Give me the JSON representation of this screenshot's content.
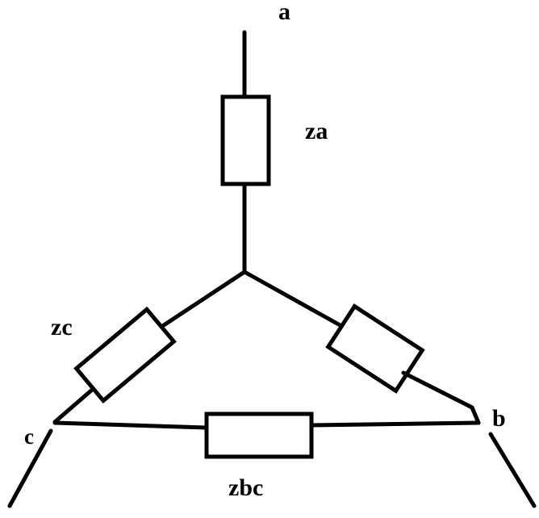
{
  "labels": {
    "node_a": "a",
    "node_b": "b",
    "node_c": "c",
    "za": "za",
    "zc": "zc",
    "zbc": "zbc"
  },
  "colors": {
    "line": "#000000",
    "background": "#ffffff"
  }
}
